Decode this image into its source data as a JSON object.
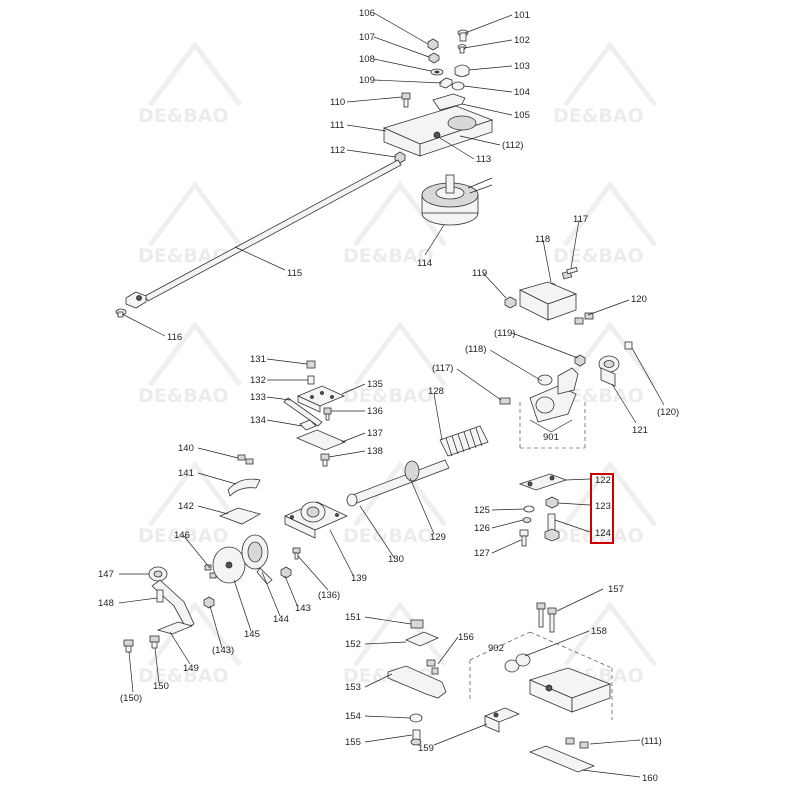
{
  "watermark": "DE&BAO",
  "highlight_color": "#cc0000",
  "labels": {
    "l106": "106",
    "l101": "101",
    "l107": "107",
    "l102": "102",
    "l108": "108",
    "l103": "103",
    "l109": "109",
    "l104": "104",
    "l110": "110",
    "l105": "105",
    "l111": "111",
    "l112p": "(112)",
    "l112": "112",
    "l113": "113",
    "l114": "114",
    "l115": "115",
    "l116": "116",
    "l117": "117",
    "l118": "118",
    "l119": "119",
    "l120": "120",
    "l119p": "(119)",
    "l118p": "(118)",
    "l117p": "(117)",
    "l120p": "(120)",
    "l121": "121",
    "l901": "901",
    "l131": "131",
    "l132": "132",
    "l135": "135",
    "l133": "133",
    "l136": "136",
    "l134": "134",
    "l137": "137",
    "l138": "138",
    "l128": "128",
    "l140": "140",
    "l141": "141",
    "l142": "142",
    "l122": "122",
    "l123": "123",
    "l124": "124",
    "l125": "125",
    "l126": "126",
    "l127": "127",
    "l129": "129",
    "l130": "130",
    "l139": "139",
    "l146": "146",
    "l147": "147",
    "l148": "148",
    "l136p": "(136)",
    "l143": "143",
    "l144": "144",
    "l145": "145",
    "l143p": "(143)",
    "l149": "149",
    "l150": "150",
    "l150p": "(150)",
    "l157": "157",
    "l151": "151",
    "l158": "158",
    "l152": "152",
    "l156": "156",
    "l902": "902",
    "l153": "153",
    "l154": "154",
    "l155": "155",
    "l159": "159",
    "l111p": "(111)",
    "l160": "160"
  }
}
